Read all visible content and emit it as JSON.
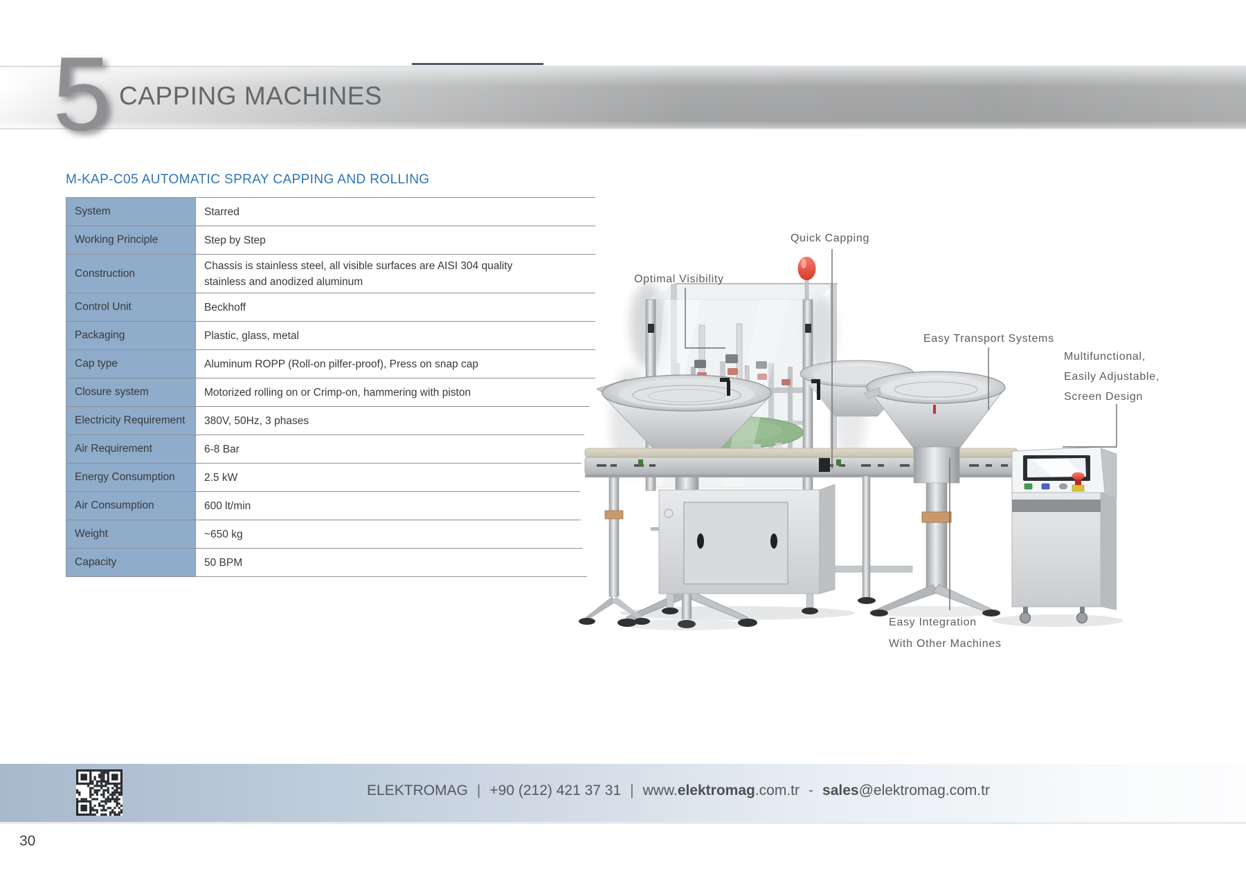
{
  "header": {
    "section_number": "5",
    "section_title": "CAPPING MACHINES"
  },
  "product": {
    "title": "M-KAP-C05 AUTOMATIC SPRAY CAPPING AND ROLLING"
  },
  "spec_table": {
    "rows": [
      {
        "label": "System",
        "value": "Starred"
      },
      {
        "label": "Working Principle",
        "value": "Step by Step"
      },
      {
        "label": "Construction",
        "value": "Chassis is stainless steel, all visible surfaces are AISI 304 quality stainless and anodized aluminum"
      },
      {
        "label": "Control Unit",
        "value": "Beckhoff"
      },
      {
        "label": "Packaging",
        "value": "Plastic, glass, metal"
      },
      {
        "label": "Cap type",
        "value": "Aluminum ROPP (Roll-on pilfer-proof), Press on snap cap"
      },
      {
        "label": "Closure system",
        "value": "Motorized rolling on or Crimp-on, hammering with piston"
      },
      {
        "label": "Electricity Requirement",
        "value": "380V, 50Hz, 3 phases"
      },
      {
        "label": "Air Requirement",
        "value": "6-8 Bar"
      },
      {
        "label": "Energy Consumption",
        "value": "2.5 kW"
      },
      {
        "label": "Air Consumption",
        "value": "600 lt/min"
      },
      {
        "label": "Weight",
        "value": "~650 kg"
      },
      {
        "label": "Capacity",
        "value": "50 BPM"
      }
    ]
  },
  "callouts": {
    "quick_capping": "Quick Capping",
    "optimal_visibility": "Optimal Visibility",
    "easy_transport": "Easy Transport Systems",
    "multifunctional_lines": [
      "Multifunctional,",
      "Easily Adjustable,",
      "Screen Design"
    ],
    "easy_integration_lines": [
      "Easy Integration",
      "With Other Machines"
    ]
  },
  "footer": {
    "company": "ELEKTROMAG",
    "separator": "|",
    "phone": "+90 (212) 421 37 31",
    "web_prefix": "www.",
    "web_bold": "elektromag",
    "web_suffix": ".com.tr",
    "dash": "-",
    "email_bold": "sales",
    "email_suffix": "@elektromag.com.tr",
    "page_number": "30"
  },
  "colors": {
    "accent_blue": "#2E74B5",
    "table_label_bg": "#8FACCB",
    "beacon_red": "#E8574A",
    "turntable_green": "#74A866",
    "footer_band_left": "#A7B9CD",
    "banner_gray": "#A9AAAB"
  }
}
